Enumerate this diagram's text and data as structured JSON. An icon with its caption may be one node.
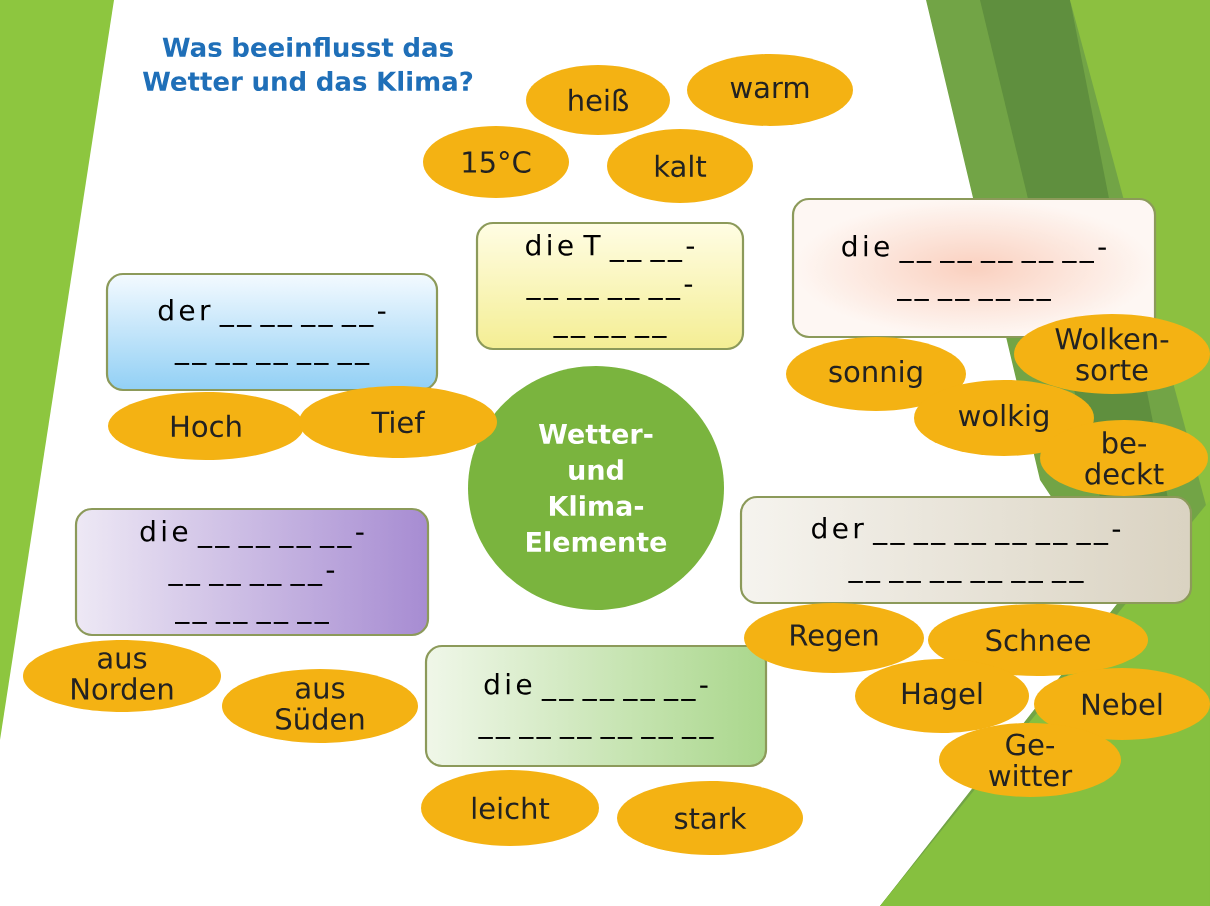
{
  "diagram": {
    "title": "Was beeinflusst das Wetter und das Klima?",
    "nodes": [
      {
        "text": [
          "heiß"
        ]
      },
      {
        "text": [
          "warm"
        ]
      },
      {
        "text": [
          "15°C"
        ]
      },
      {
        "text": [
          "kalt"
        ]
      },
      {
        "text": [
          "die T __ __- __ __ __ __- __ __ __"
        ]
      },
      {
        "text": [
          "die __ __ __ __ __- __ __ __ __"
        ]
      },
      {
        "text": [
          "der __ __ __ __- __ __ __ __ __"
        ]
      },
      {
        "text": [
          "Wolken- sorte"
        ]
      },
      {
        "text": [
          "sonnig"
        ]
      },
      {
        "text": [
          "Hoch"
        ]
      },
      {
        "text": [
          "Tief"
        ]
      },
      {
        "text": [
          "wolkig"
        ]
      },
      {
        "text": [
          "Wetter- und Klima- Elemente"
        ]
      },
      {
        "text": [
          "be- deckt"
        ]
      },
      {
        "text": [
          "die __ __ __ __- __ __ __ __- __ __ __ __"
        ]
      },
      {
        "text": [
          "der __ __ __ __ __ __- __ __ __ __ __ __"
        ]
      },
      {
        "text": [
          "aus Norden"
        ]
      },
      {
        "text": [
          "Regen"
        ]
      },
      {
        "text": [
          "Schnee"
        ]
      },
      {
        "text": [
          "aus Süden"
        ]
      },
      {
        "text": [
          "die __ __ __ __- __ __ __ __ __ __"
        ]
      },
      {
        "text": [
          "Hagel"
        ]
      },
      {
        "text": [
          "Nebel"
        ]
      },
      {
        "text": [
          "Ge- witter"
        ]
      },
      {
        "text": [
          "leicht"
        ]
      },
      {
        "text": [
          "stark"
        ]
      }
    ]
  }
}
